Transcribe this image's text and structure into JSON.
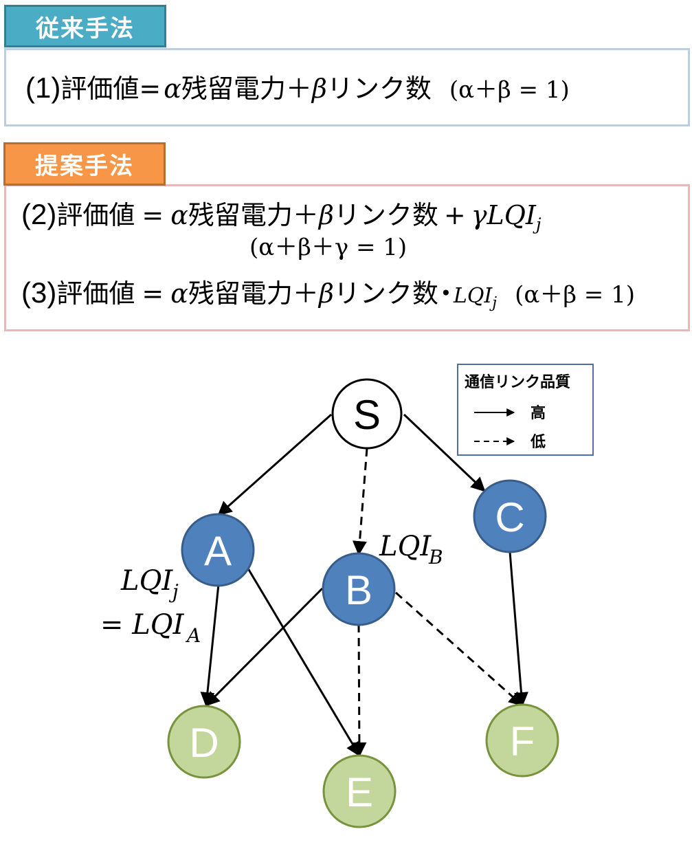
{
  "conventional": {
    "tag": "従来手法",
    "formula_1": {
      "number": "(1)",
      "label": "評価値=",
      "alpha": "α",
      "term1": "残留電力",
      "plus": "＋",
      "beta": "β",
      "term2": "リンク数",
      "condition": "(α＋β = 1)"
    }
  },
  "proposed": {
    "tag": "提案手法",
    "formula_2": {
      "number": "(2)",
      "label": "評価値",
      "eq": "=",
      "alpha": "α",
      "term1": "残留電力",
      "plus": "＋",
      "beta": "β",
      "term2": "リンク数",
      "plus2": "+",
      "gamma": "γ",
      "lqi": "LQI",
      "lqi_sub": "j",
      "condition": "(α＋β＋γ = 1)"
    },
    "formula_3": {
      "number": "(3)",
      "label": "評価値",
      "eq": "=",
      "alpha": "α",
      "term1": "残留電力",
      "plus": "＋",
      "beta": "β",
      "term2": "リンク数",
      "dot": "・",
      "lqi": "LQI",
      "lqi_sub": "j",
      "condition": "(α＋β = 1)"
    }
  },
  "legend": {
    "title": "通信リンク品質",
    "high": "高",
    "low": "低"
  },
  "nodes": {
    "S": "S",
    "A": "A",
    "B": "B",
    "C": "C",
    "D": "D",
    "E": "E",
    "F": "F"
  },
  "labels": {
    "lqi_b": "LQI",
    "lqi_b_sub": "B",
    "lqi_j": "LQI",
    "lqi_j_sub": "j",
    "lqi_a_eq": "= LQI",
    "lqi_a_sub": "A"
  },
  "colors": {
    "node_source_fill": "#ffffff",
    "node_relay_fill": "#4f81bd",
    "node_relay_stroke": "#385d8a",
    "node_leaf_fill": "#c3d69b",
    "node_leaf_stroke": "#77933c",
    "conventional_tag": "#4bacc6",
    "proposed_tag": "#f79646",
    "legend_border": "#4f6fa8"
  },
  "edges": [
    {
      "from": "S",
      "to": "A",
      "quality": "high"
    },
    {
      "from": "S",
      "to": "B",
      "quality": "low"
    },
    {
      "from": "S",
      "to": "C",
      "quality": "high"
    },
    {
      "from": "A",
      "to": "D",
      "quality": "high"
    },
    {
      "from": "A",
      "to": "E",
      "quality": "high"
    },
    {
      "from": "B",
      "to": "D",
      "quality": "high"
    },
    {
      "from": "B",
      "to": "E",
      "quality": "low"
    },
    {
      "from": "B",
      "to": "F",
      "quality": "low"
    },
    {
      "from": "C",
      "to": "F",
      "quality": "high"
    }
  ]
}
